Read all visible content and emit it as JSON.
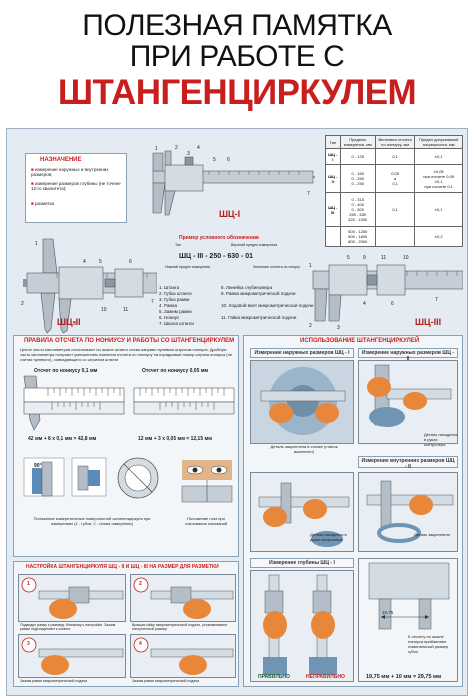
{
  "header": {
    "line1": "ПОЛЕЗНАЯ ПАМЯТКА",
    "line2": "ПРИ РАБОТЕ С",
    "line3": "ШТАНГЕНЦИРКУЛЕМ"
  },
  "purpose": {
    "title": "НАЗНАЧЕНИЕ",
    "items": [
      "измерение наружных и внутренних размеров;",
      "измерение размеров глубины (не точнее 12-го квалитета);",
      "разметка"
    ]
  },
  "models": {
    "shc1": "ШЦ-I",
    "shc2": "ШЦ-II",
    "shc3": "ШЦ-III"
  },
  "designation": {
    "title": "Пример условного обозначения",
    "code": "ШЦ - III - 250 - 630 - 01",
    "labels": [
      "Тип",
      "Верхний предел измерения",
      "Нижний предел измерения",
      "Значение отсчета по нонусу"
    ]
  },
  "legend": {
    "items": [
      "1. Штанга",
      "2. Губка штанги",
      "3. Губка рамки",
      "4. Рамка",
      "5. Зажим рамки",
      "6. Нониус",
      "7. Шкала штанги",
      "8. Линейка глубиномера",
      "9. Рамка микрометрической подачи",
      "10. Ходовой винт микрометрической подачи",
      "11. Гайка микрометрической подачи"
    ]
  },
  "spec_table": {
    "headers": [
      "Тип",
      "Пределы измерения, мм",
      "Величина отсчета по нониусу, мм",
      "Предел допускаемой погрешности, мм"
    ],
    "rows": [
      [
        "ШЦ - I",
        "0 - 125",
        "0,1",
        "±0,1"
      ],
      [
        "ШЦ - II",
        "0 - 160\n0 - 250\n0 - 250",
        "0,05\nи\n0,1",
        "±0,05\nпри отсчете 0,05\n±0,1\nпри отсчете 0,1"
      ],
      [
        "ШЦ - III",
        "0 - 315\n0 - 400\n0 - 500\n250 - 630\n320 - 1000",
        "0,1",
        "±0,1"
      ],
      [
        "",
        "500 - 1250\n500 - 1600\n800 - 2000",
        "",
        "±0,2"
      ]
    ]
  },
  "reading": {
    "title": "ПРАВИЛА ОТСЧЕТА ПО НОНИУСУ И РАБОТЫ СО ШТАНГЕНЦИРКУЛЕМ",
    "text": "Целое число миллиметров отсчитывают по шкале штанги слева направо нулевым штрихом нониуса. Дробную часть миллиметра получают умножением значения отсчета по нониусу на порядковый номер штриха нониуса (не считая нулевого), совпадающего со штрихом штанги",
    "left_title": "Отсчет по нониусу 0,1 мм",
    "right_title": "Отсчет по нониусу 0,05 мм",
    "left_formula": "42 мм + 8 х 0,1 мм = 42,8 мм",
    "right_formula": "12 мм + 3 х 0,05 мм = 12,15 мм",
    "caption_left": "Положение измерительных поверхностей штангенциркуля при измерениях (1 - губок; 2 - линия измерения)",
    "caption_right": "Положение глаз при считывании показаний",
    "angle": "90°"
  },
  "usage": {
    "title": "ИСПОЛЬЗОВАНИЕ ШТАНГЕНЦИРКУЛЕЙ",
    "outer1": "Измерение наружных размеров ШЦ - I",
    "outer2": "Измерение наружных размеров ШЦ - II",
    "inner": "Измерение внутренних размеров ШЦ - II",
    "depth": "Измерение глубины ШЦ - I",
    "cap1": "Деталь закреплена в станке (станок выключен)",
    "cap2": "Деталь находится в руках контролера",
    "cap3": "Деталь находится в руках контролера",
    "cap4": "Деталь закреплена",
    "right": "ПРАВИЛЬНО",
    "wrong": "НЕПРАВИЛЬНО",
    "inner_note": "К отсчету по шкале нониуса прибавляют номинальный размер губок",
    "inner_formula": "19,75 мм + 10 мм = 29,75 мм",
    "dim": "19,75"
  },
  "setup": {
    "title": "НАСТРОЙКА ШТАНГЕНЦИРКУЛЯ ШЦ - II И ШЦ - III НА РАЗМЕР ДЛЯ РАЗМЕТКИ",
    "steps": [
      {
        "n": "1",
        "text": "Подводят рамку к размеру, близкому к настройке. Зажим рамки подсоединяют к штанге"
      },
      {
        "n": "2",
        "text": "Вращая гайку микрометрической подачи, устанавливают настроечный размер"
      },
      {
        "n": "3",
        "text": "Зажим рамки микрометрической подачи"
      },
      {
        "n": "4",
        "text": "Зажим рамки микрометрической подачи"
      }
    ]
  },
  "colors": {
    "accent": "#c81e1e",
    "metal": "#b8c2cc",
    "panel": "#e4ebf2"
  }
}
